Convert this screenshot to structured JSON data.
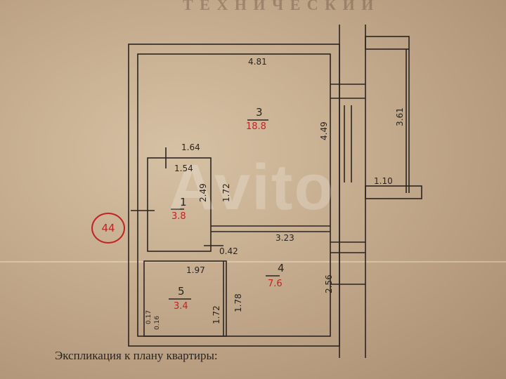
{
  "document": {
    "header_faint": "Т Е Х Н И Ч Е С К И Й",
    "caption": "Экспликация к плану квартиры:",
    "apartment_number": "44",
    "watermark": "Avito"
  },
  "dimensions": {
    "top_width": "4.81",
    "right_outer": "4.49",
    "balcony_length": "3.61",
    "balcony_depth": "1.10",
    "r1_top_outer": "1.64",
    "r1_top_inner": "1.54",
    "r1_left": "2.49",
    "r1_right": "1.72",
    "r4_top": "3.23",
    "gap": "0.42",
    "r5_top": "1.97",
    "r4_right": "2.56",
    "r5_right": "1.72",
    "r4_left": "1.78",
    "small_a": "0.17",
    "small_b": "0.16"
  },
  "rooms": [
    {
      "number": "3",
      "area": "18.8"
    },
    {
      "number": "1",
      "area": "3.8"
    },
    {
      "number": "4",
      "area": "7.6"
    },
    {
      "number": "5",
      "area": "3.4"
    }
  ],
  "colors": {
    "ink": "#2a2420",
    "area_red": "#c02424"
  }
}
